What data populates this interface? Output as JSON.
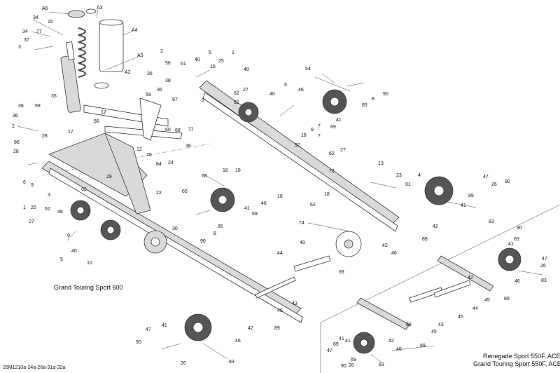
{
  "diagram": {
    "captions": {
      "main_model": "Grand Touring Sport 600",
      "inset_model_1": "Renegade Sport 550F, ACE",
      "inset_model_2": "Grand Touring Sport 550F, ACE",
      "reference_code": "26M1210a-24a-26a-31a-32a"
    },
    "labels": [
      {
        "id": "A6",
        "text": "A6"
      },
      {
        "id": "A3",
        "text": "A3"
      },
      {
        "id": "34a",
        "text": "34"
      },
      {
        "id": "15",
        "text": "15"
      },
      {
        "id": "A4",
        "text": "A4"
      },
      {
        "id": "34b",
        "text": "34"
      },
      {
        "id": "77",
        "text": "77"
      },
      {
        "id": "37",
        "text": "37"
      },
      {
        "id": "3a",
        "text": "3"
      },
      {
        "id": "A5",
        "text": "A5"
      },
      {
        "id": "2a",
        "text": "2"
      },
      {
        "id": "5a",
        "text": "5"
      },
      {
        "id": "1a",
        "text": "1"
      },
      {
        "id": "56",
        "text": "56"
      },
      {
        "id": "61",
        "text": "61"
      },
      {
        "id": "40a",
        "text": "40"
      },
      {
        "id": "25a",
        "text": "25"
      },
      {
        "id": "16",
        "text": "16"
      },
      {
        "id": "48a",
        "text": "48"
      },
      {
        "id": "A2",
        "text": "A2"
      },
      {
        "id": "36a",
        "text": "36"
      },
      {
        "id": "38a",
        "text": "38"
      },
      {
        "id": "36b",
        "text": "36"
      },
      {
        "id": "59a",
        "text": "59"
      },
      {
        "id": "27a",
        "text": "27"
      },
      {
        "id": "62a",
        "text": "62"
      },
      {
        "id": "62b",
        "text": "62"
      },
      {
        "id": "54",
        "text": "54"
      },
      {
        "id": "90a",
        "text": "90"
      },
      {
        "id": "35",
        "text": "35"
      },
      {
        "id": "9a",
        "text": "9"
      },
      {
        "id": "87",
        "text": "87"
      },
      {
        "id": "36c",
        "text": "36"
      },
      {
        "id": "59b",
        "text": "59"
      },
      {
        "id": "12a",
        "text": "12"
      },
      {
        "id": "58",
        "text": "58"
      },
      {
        "id": "36d",
        "text": "36"
      },
      {
        "id": "60",
        "text": "60"
      },
      {
        "id": "88",
        "text": "88"
      },
      {
        "id": "11",
        "text": "11"
      },
      {
        "id": "46a",
        "text": "46"
      },
      {
        "id": "40b",
        "text": "40"
      },
      {
        "id": "5b",
        "text": "5"
      },
      {
        "id": "85a",
        "text": "85"
      },
      {
        "id": "8a",
        "text": "8"
      },
      {
        "id": "41a",
        "text": "41"
      },
      {
        "id": "69a",
        "text": "69"
      },
      {
        "id": "2b",
        "text": "2"
      },
      {
        "id": "17",
        "text": "17"
      },
      {
        "id": "28a",
        "text": "28"
      },
      {
        "id": "7a",
        "text": "7"
      },
      {
        "id": "9b",
        "text": "9"
      },
      {
        "id": "86",
        "text": "86"
      },
      {
        "id": "12b",
        "text": "12"
      },
      {
        "id": "20",
        "text": "20"
      },
      {
        "id": "7b",
        "text": "7"
      },
      {
        "id": "18a",
        "text": "18"
      },
      {
        "id": "92",
        "text": "92"
      },
      {
        "id": "28b",
        "text": "28"
      },
      {
        "id": "38b",
        "text": "38"
      },
      {
        "id": "62c",
        "text": "62"
      },
      {
        "id": "27b",
        "text": "27"
      },
      {
        "id": "84",
        "text": "84"
      },
      {
        "id": "24",
        "text": "24"
      },
      {
        "id": "18b",
        "text": "18"
      },
      {
        "id": "18c",
        "text": "18"
      },
      {
        "id": "78",
        "text": "78"
      },
      {
        "id": "13",
        "text": "13"
      },
      {
        "id": "6",
        "text": "6"
      },
      {
        "id": "9c",
        "text": "9"
      },
      {
        "id": "29",
        "text": "29"
      },
      {
        "id": "68",
        "text": "68"
      },
      {
        "id": "23",
        "text": "23"
      },
      {
        "id": "4",
        "text": "4"
      },
      {
        "id": "26a",
        "text": "26"
      },
      {
        "id": "90b",
        "text": "90"
      },
      {
        "id": "22",
        "text": "22"
      },
      {
        "id": "65",
        "text": "65"
      },
      {
        "id": "91",
        "text": "91"
      },
      {
        "id": "89a",
        "text": "89"
      },
      {
        "id": "82",
        "text": "82"
      },
      {
        "id": "3b",
        "text": "3"
      },
      {
        "id": "18d",
        "text": "18"
      },
      {
        "id": "47a",
        "text": "47"
      },
      {
        "id": "1b",
        "text": "1"
      },
      {
        "id": "25b",
        "text": "25"
      },
      {
        "id": "62d",
        "text": "62"
      },
      {
        "id": "41b",
        "text": "41"
      },
      {
        "id": "69b",
        "text": "69"
      },
      {
        "id": "46b",
        "text": "46"
      },
      {
        "id": "18e",
        "text": "18"
      },
      {
        "id": "41c",
        "text": "41"
      },
      {
        "id": "83a",
        "text": "83"
      },
      {
        "id": "48b",
        "text": "48"
      },
      {
        "id": "27c",
        "text": "27"
      },
      {
        "id": "42a",
        "text": "42"
      },
      {
        "id": "62e",
        "text": "62"
      },
      {
        "id": "85b",
        "text": "85"
      },
      {
        "id": "9d",
        "text": "9"
      },
      {
        "id": "40c",
        "text": "40"
      },
      {
        "id": "30",
        "text": "30"
      },
      {
        "id": "8b",
        "text": "8"
      },
      {
        "id": "89b",
        "text": "89"
      },
      {
        "id": "5c",
        "text": "5"
      },
      {
        "id": "90c",
        "text": "90"
      },
      {
        "id": "74",
        "text": "74"
      },
      {
        "id": "42b",
        "text": "42"
      },
      {
        "id": "10",
        "text": "10"
      },
      {
        "id": "49",
        "text": "49"
      },
      {
        "id": "46c",
        "text": "46"
      },
      {
        "id": "90d",
        "text": "90"
      },
      {
        "id": "69c",
        "text": "69"
      },
      {
        "id": "41d",
        "text": "41"
      },
      {
        "id": "69d",
        "text": "69"
      },
      {
        "id": "47b",
        "text": "47"
      },
      {
        "id": "26b",
        "text": "26"
      },
      {
        "id": "44a",
        "text": "44"
      },
      {
        "id": "42c",
        "text": "42"
      },
      {
        "id": "46d",
        "text": "46"
      },
      {
        "id": "83b",
        "text": "83"
      },
      {
        "id": "89c",
        "text": "89"
      },
      {
        "id": "43a",
        "text": "43"
      },
      {
        "id": "45a",
        "text": "45"
      },
      {
        "id": "44b",
        "text": "44"
      },
      {
        "id": "45b",
        "text": "45"
      },
      {
        "id": "89d",
        "text": "89"
      },
      {
        "id": "41e",
        "text": "41"
      },
      {
        "id": "42d",
        "text": "42"
      },
      {
        "id": "46e",
        "text": "46"
      },
      {
        "id": "43b",
        "text": "43"
      },
      {
        "id": "45c",
        "text": "45"
      },
      {
        "id": "89e",
        "text": "89"
      },
      {
        "id": "41f",
        "text": "41"
      },
      {
        "id": "47c",
        "text": "47"
      },
      {
        "id": "69e",
        "text": "69"
      },
      {
        "id": "90e",
        "text": "90"
      },
      {
        "id": "26c",
        "text": "26"
      },
      {
        "id": "83c",
        "text": "83"
      },
      {
        "id": "45d",
        "text": "45"
      },
      {
        "id": "42e",
        "text": "42"
      },
      {
        "id": "46f",
        "text": "46"
      },
      {
        "id": "89f",
        "text": "89"
      },
      {
        "id": "41g",
        "text": "41"
      },
      {
        "id": "69f",
        "text": "69"
      },
      {
        "id": "47d",
        "text": "47"
      },
      {
        "id": "26d",
        "text": "26"
      },
      {
        "id": "83d",
        "text": "83"
      },
      {
        "id": "90f",
        "text": "90"
      }
    ]
  }
}
